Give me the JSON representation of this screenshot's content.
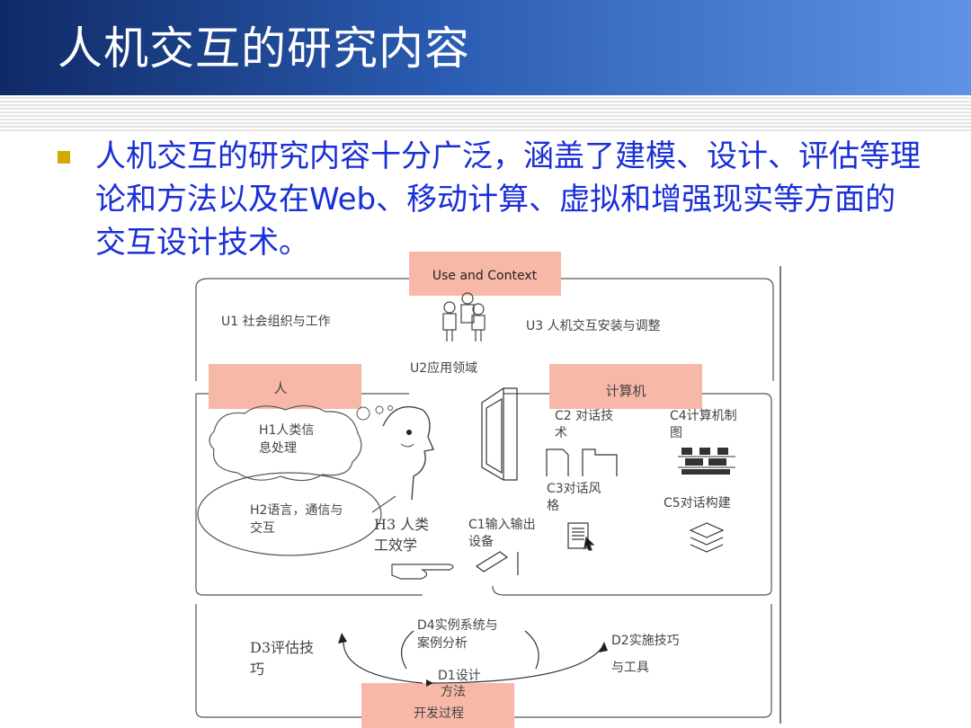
{
  "slide": {
    "title": "人机交互的研究内容",
    "bullet_text": "人机交互的研究内容十分广泛，涵盖了建模、设计、评估等理论和方法以及在Web、移动计算、虚拟和增强现实等方面的交互设计技术。"
  },
  "diagram": {
    "use_context": {
      "label": "Use and Context",
      "u1": "U1 社会组织与工作",
      "u2": "U2应用领域",
      "u3": "U3 人机交互安装与调整"
    },
    "human": {
      "label": "人",
      "h1_line1": "H1人类信",
      "h1_line2": "息处理",
      "h2_line1": "H2语言，通信与",
      "h2_line2": "交互",
      "h3_line1": "H3 人类",
      "h3_line2": "工效学"
    },
    "computer": {
      "label": "计算机",
      "c1_line1": "C1输入输出",
      "c1_line2": "设备",
      "c2_line1": "C2 对话技",
      "c2_line2": "术",
      "c3_line1": "C3对话风",
      "c3_line2": "格",
      "c4_line1": "C4计算机制",
      "c4_line2": "图",
      "c5": "C5对话构建"
    },
    "development": {
      "label": "开发过程",
      "d1_line1": "D1设计",
      "d1_line2": "方法",
      "d2_line1": "D2实施技巧",
      "d2_line2": "与工具",
      "d3_line1": "D3评估技",
      "d3_line2": "巧",
      "d4_line1": "D4实例系统与",
      "d4_line2": "案例分析"
    },
    "highlight_color": "#f7b8a8"
  }
}
